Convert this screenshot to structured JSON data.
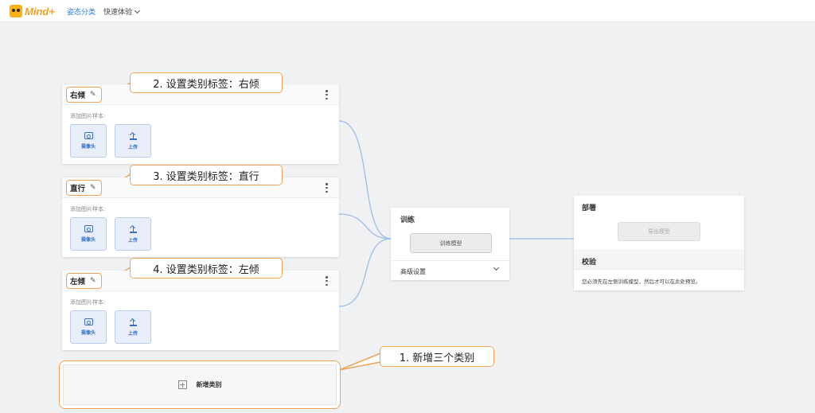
{
  "app": {
    "logo_text": "Mind+"
  },
  "nav": {
    "active_tab": "姿态分类",
    "mode_menu": "快速体验"
  },
  "classes": [
    {
      "name": "右倾",
      "sample_label": "添加图片样本:",
      "webcam_label": "摄像头",
      "upload_label": "上传"
    },
    {
      "name": "直行",
      "sample_label": "添加图片样本:",
      "webcam_label": "摄像头",
      "upload_label": "上传"
    },
    {
      "name": "左倾",
      "sample_label": "添加图片样本:",
      "webcam_label": "摄像头",
      "upload_label": "上传"
    }
  ],
  "add_class": {
    "label": "新增类别"
  },
  "training": {
    "title": "训练",
    "button": "训练模型",
    "advanced": "高级设置"
  },
  "deploy": {
    "title": "部署",
    "export_button": "导出模型",
    "check_title": "校验",
    "check_message": "您必须先在左侧训练模型，然后才可以在此处预览。"
  },
  "annotations": {
    "step1": "1. 新增三个类别",
    "step2": "2. 设置类别标签：右倾",
    "step3": "3. 设置类别标签：直行",
    "step4": "4. 设置类别标签：左倾"
  },
  "colors": {
    "accent_blue": "#2f7bd9",
    "annotation_orange": "#f0a356",
    "connector_blue": "#8fb3e6"
  }
}
